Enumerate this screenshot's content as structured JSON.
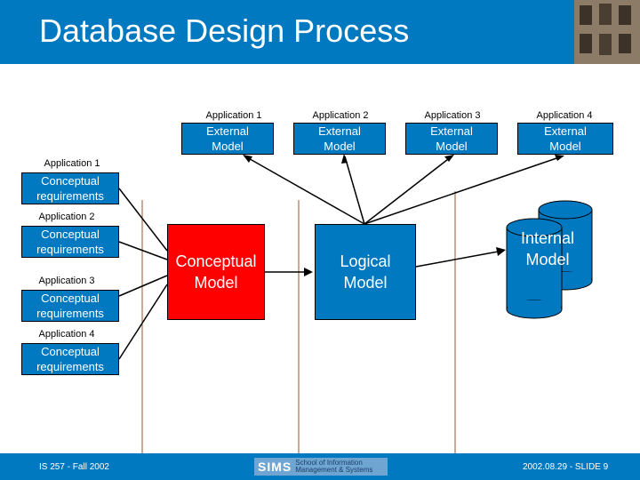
{
  "title": "Database Design Process",
  "external_models": [
    {
      "app": "Application 1",
      "label": "External\nModel"
    },
    {
      "app": "Application 2",
      "label": "External\nModel"
    },
    {
      "app": "Application 3",
      "label": "External\nModel"
    },
    {
      "app": "Application 4",
      "label": "External\nModel"
    }
  ],
  "requirements": [
    {
      "app": "Application 1",
      "label": "Conceptual\nrequirements"
    },
    {
      "app": "Application 2",
      "label": "Conceptual\nrequirements"
    },
    {
      "app": "Application 3",
      "label": "Conceptual\nrequirements"
    },
    {
      "app": "Application 4",
      "label": "Conceptual\nrequirements"
    }
  ],
  "conceptual_model": "Conceptual\nModel",
  "logical_model": "Logical\nModel",
  "internal_model": "Internal\nModel",
  "footer": {
    "left": "IS 257 - Fall 2002",
    "right": "2002.08.29 - SLIDE 9",
    "logo_main": "SIMS",
    "logo_sub": "School of Information Management & Systems"
  },
  "colors": {
    "primary": "#0079c1",
    "conceptual": "#ff0000",
    "line": "#000000",
    "separator": "#a0522d"
  }
}
